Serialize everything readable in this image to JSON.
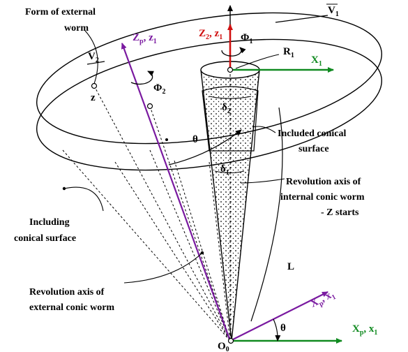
{
  "labels": {
    "form_external_worm_1": "Form of external",
    "form_external_worm_2": "worm",
    "included_surface_1": "Included conical",
    "included_surface_2": "surface",
    "including_surface_1": "Including",
    "including_surface_2": "conical surface",
    "rev_axis_internal_1": "Revolution axis of",
    "rev_axis_internal_2": "internal conic worm",
    "rev_axis_internal_3": "- Z starts",
    "rev_axis_external_1": "Revolution axis of",
    "rev_axis_external_2": "external conic worm"
  },
  "symbols": {
    "v1": "V",
    "v1_sub": "1",
    "v2": "V",
    "v2_sub": "2",
    "z2z1": "Z",
    "z2z1_sub": "2",
    "z2z1_rest": ", z",
    "z2z1_sub2": "1",
    "zpz1": "Z",
    "zpz1_sub": "p",
    "zpz1_rest": ", z",
    "zpz1_sub2": "1",
    "phi1": "Φ",
    "phi1_sub": "1",
    "phi2": "Φ",
    "phi2_sub": "2",
    "r1": "R",
    "r1_sub": "1",
    "x1": "X",
    "x1_sub": "1",
    "z": "z",
    "delta2": "δ",
    "delta2_sub": "2",
    "delta1": "δ",
    "delta1_sub": "1",
    "theta_top": "θ",
    "theta_bottom": "θ",
    "L": "L",
    "o0": "O",
    "o0_sub": "0",
    "xpx1": "X",
    "xpx1_sub": "p",
    "xpx1_rest": ", x",
    "xpx1_sub2": "1",
    "xpx1_green": "X",
    "xpx1_green_sub": "p",
    "xpx1_green_rest": ", x",
    "xpx1_green_sub2": "1"
  },
  "colors": {
    "red_axis": "#d01010",
    "green_axis": "#108a20",
    "purple_axis": "#7a1aa0",
    "lines": "#000000"
  }
}
